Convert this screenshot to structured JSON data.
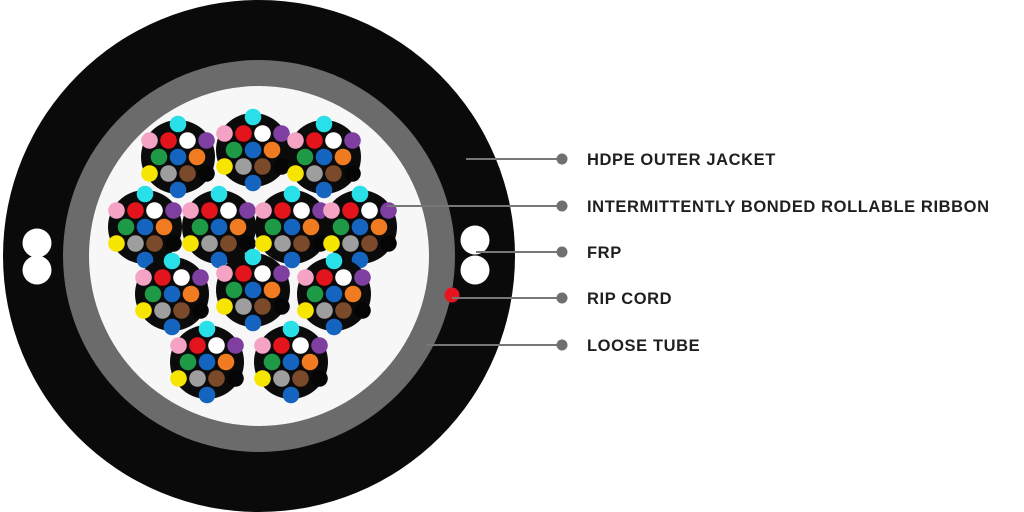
{
  "colors": {
    "jacket": "#0a0a0a",
    "loose_tube": "#6b6b6b",
    "interior": "#f7f7f7",
    "bundle_sheath": "#0b0b0b",
    "frp": "#ffffff",
    "rip_cord": "#e8141e",
    "leader_line": "#777777",
    "leader_dot": "#707070",
    "label_text": "#1f1f1f"
  },
  "fiber_colors": [
    "#1565c0",
    "#f07b20",
    "#1e9a46",
    "#7b4a2a",
    "#9e9e9e",
    "#ffffff",
    "#e3141c",
    "#050505",
    "#f5e500",
    "#7e3fa0",
    "#f5a3c4",
    "#29e0e8"
  ],
  "labels": {
    "jacket": "HDPE OUTER JACKET",
    "ribbon": "INTERMITTENTLY BONDED ROLLABLE RIBBON",
    "frp": "FRP",
    "rip_cord": "RIP CORD",
    "loose_tube": "LOOSE TUBE"
  }
}
